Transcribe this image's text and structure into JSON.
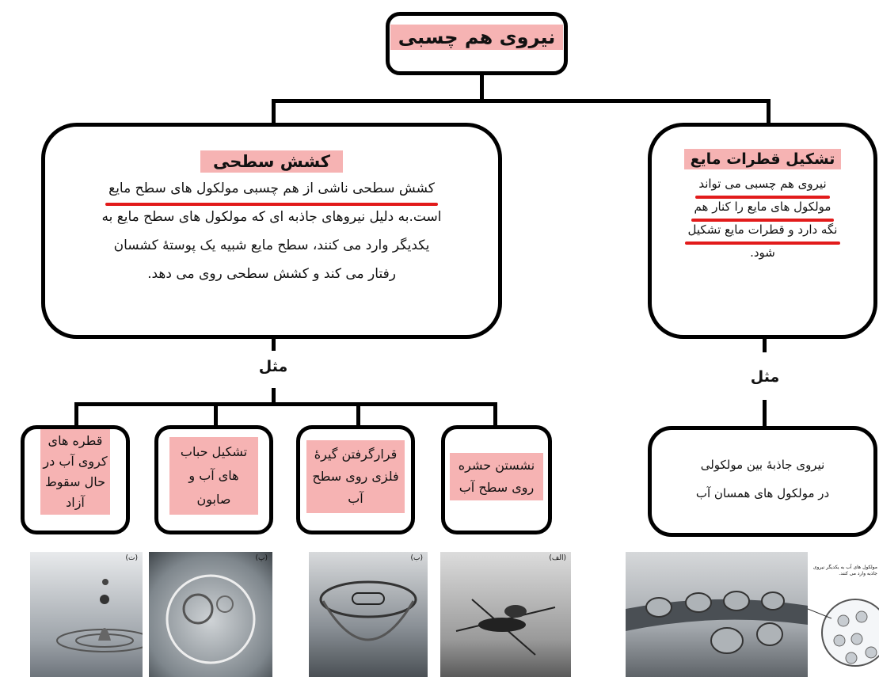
{
  "root": {
    "title": "نیروی هم چسبی"
  },
  "left": {
    "title": "کشش سطحی",
    "lines": [
      "کشش سطحی ناشی از هم چسبی مولکول های سطح مایع",
      "است.به دلیل نیروهای جاذبه ای که مولکول های سطح مایع به",
      "یکدیگر وارد می کنند، سطح مایع شبیه یک پوستهٔ کشسان",
      "رفتار می کند و کشش سطحی روی می دهد."
    ],
    "example_label": "مثل",
    "examples": [
      "قطره های کروی آب در حال سقوط آزاد",
      "تشکیل حباب های آب و صابون",
      "قرارگرفتن گیرهٔ فلزی روی سطح آب",
      "نشستن حشره روی سطح آب"
    ]
  },
  "right": {
    "title": "تشکیل قطرات مایع",
    "lines": [
      "نیروی هم  چسبی می تواند",
      "مولکول های مایع را کنار هم",
      "نگه دارد و قطرات مایع تشکیل",
      "شود."
    ],
    "example_label": "مثل",
    "example_lines": [
      "نیروی جاذبهٔ بین مولکولی",
      "در مولکول های همسان آب"
    ]
  },
  "photos": {
    "labels": [
      "(ت)",
      "(پ)",
      "(ب)",
      "(الف)"
    ],
    "diagram_caption": "مولکول های آب به یکدیگر نیروی جاذبه وارد می کنند."
  }
}
